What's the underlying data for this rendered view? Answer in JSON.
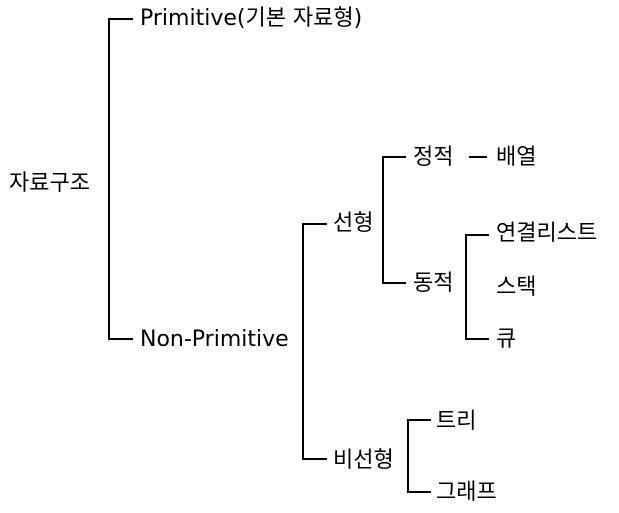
{
  "diagram": {
    "root": "자료구조",
    "primitive": "Primitive(기본 자료형)",
    "non_primitive": "Non-Primitive",
    "linear": "선형",
    "nonlinear": "비선형",
    "static": "정적",
    "array": "배열",
    "dynamic": "동적",
    "linked_list": "연결리스트",
    "stack": "스택",
    "queue": "큐",
    "tree": "트리",
    "graph": "그래프"
  },
  "colors": {
    "line": "#000000",
    "text": "#000000",
    "background": "#ffffff"
  }
}
